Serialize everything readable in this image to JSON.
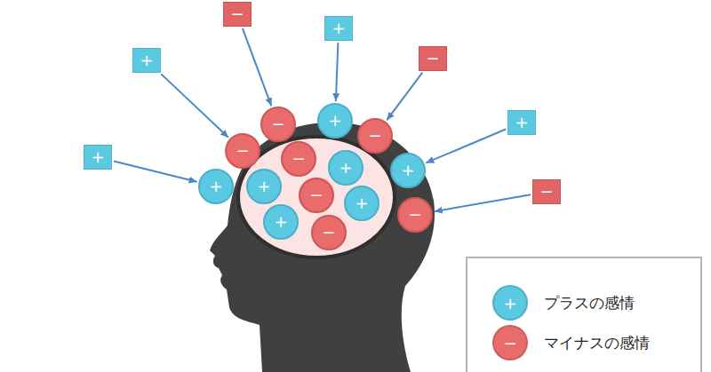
{
  "diagram": {
    "nodes": [
      {
        "text": [
          "−"
        ]
      },
      {
        "text": [
          "+"
        ]
      },
      {
        "text": [
          "+"
        ]
      },
      {
        "text": [
          "−"
        ]
      },
      {
        "text": [
          "−"
        ]
      },
      {
        "text": [
          "+"
        ]
      },
      {
        "text": [
          "+"
        ]
      },
      {
        "text": [
          "−"
        ]
      },
      {
        "text": [
          "−"
        ]
      },
      {
        "text": [
          "+"
        ]
      },
      {
        "text": [
          "−"
        ]
      },
      {
        "text": [
          "+"
        ]
      },
      {
        "text": [
          "+"
        ]
      },
      {
        "text": [
          "+"
        ]
      },
      {
        "text": [
          "+"
        ]
      },
      {
        "text": [
          "−"
        ]
      },
      {
        "text": [
          "−"
        ]
      },
      {
        "text": [
          "+"
        ]
      },
      {
        "text": [
          "−"
        ]
      },
      {
        "text": [
          "+"
        ]
      },
      {
        "text": [
          "−"
        ]
      }
    ],
    "edges": [
      {
        "from": 2,
        "to": 8,
        "arrow": "to"
      },
      {
        "from": 0,
        "to": 4,
        "arrow": "to"
      },
      {
        "from": 1,
        "to": 5,
        "arrow": "to"
      },
      {
        "from": 3,
        "to": 7,
        "arrow": "to"
      },
      {
        "from": 6,
        "to": 12,
        "arrow": "to"
      },
      {
        "from": 15,
        "to": 18,
        "arrow": "to"
      },
      {
        "from": 9,
        "to": 13,
        "arrow": "to"
      }
    ],
    "labels": [
      "+",
      "−"
    ],
    "legend": [
      {
        "text": "プラスの感情",
        "color": "#5cc9e2"
      },
      {
        "text": "マイナスの感情",
        "color": "#e96b6b"
      }
    ]
  }
}
